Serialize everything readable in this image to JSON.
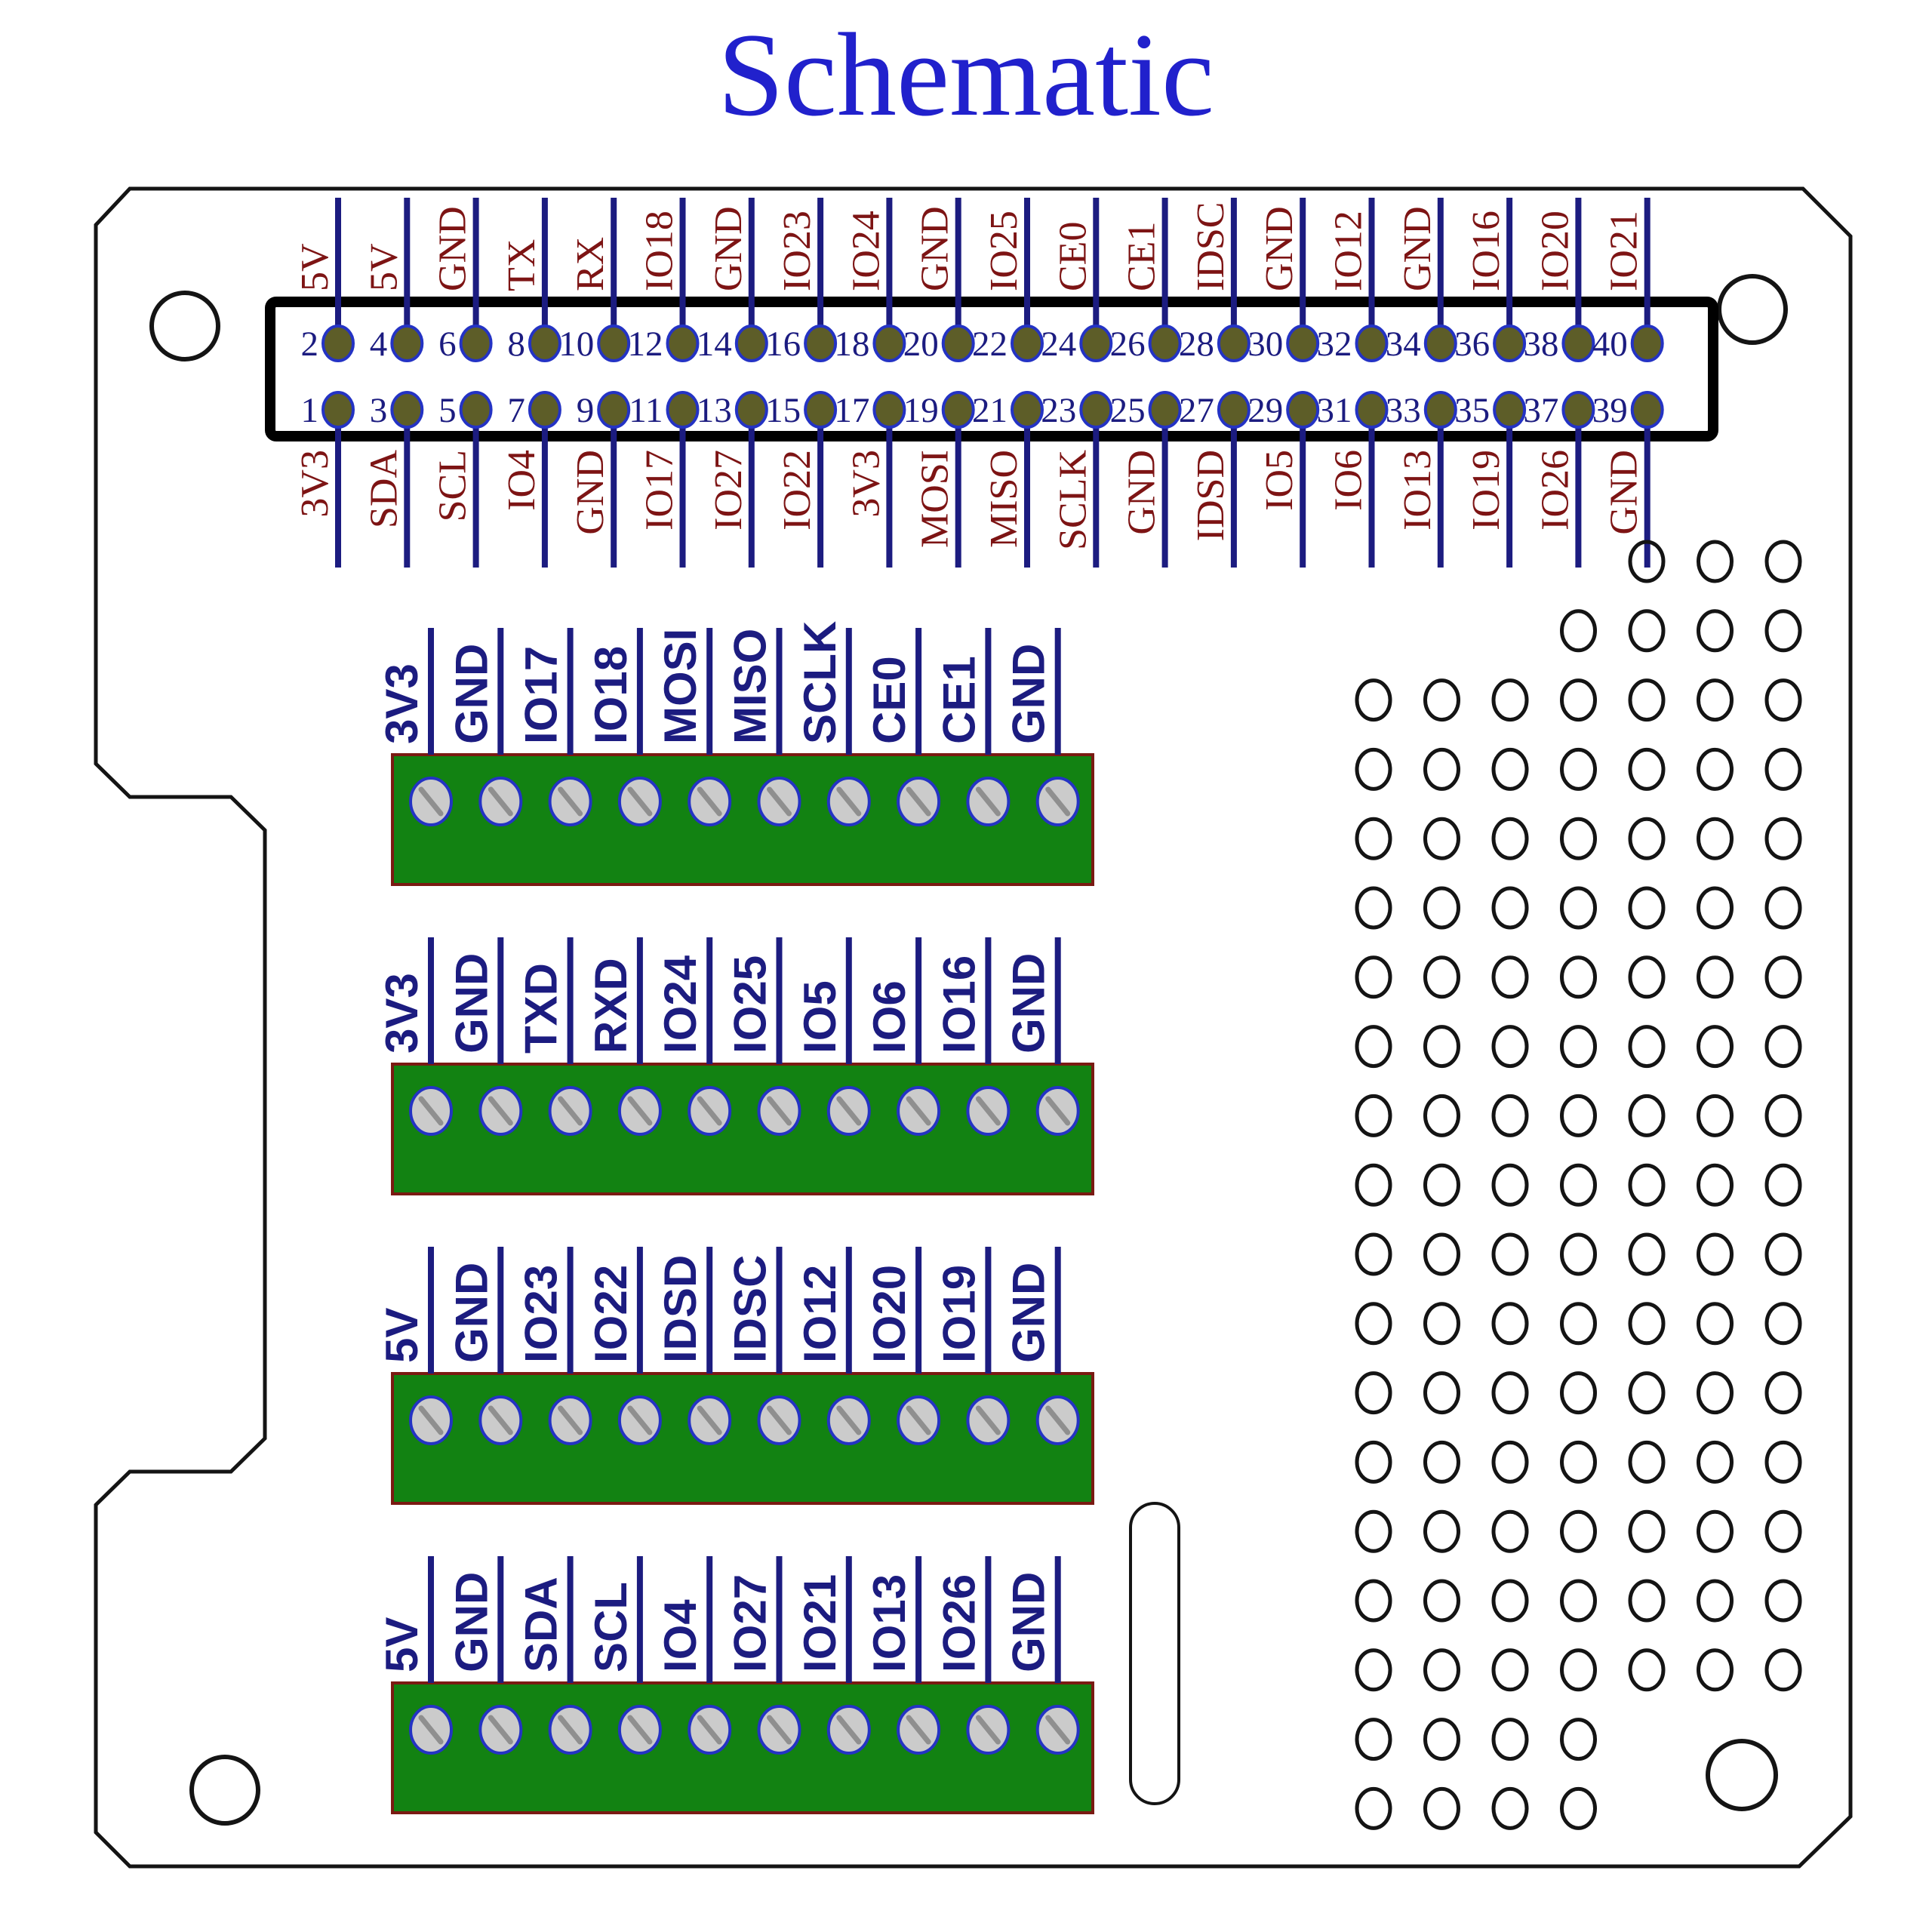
{
  "title": "Schematic",
  "colors": {
    "title_blue": "#2121cc",
    "pin_label_maroon": "#7d1414",
    "wire_navy": "#1c1c80",
    "terminal_green": "#128212",
    "terminal_border": "#7a1a12",
    "screw_fill": "#cbcbcb",
    "screw_slot": "#8f8f8f",
    "blue_ring": "#2433c4",
    "pin_pad_olive": "#5d5d28",
    "outline_black": "#141414"
  },
  "header": {
    "top_pins": [
      {
        "num": "2",
        "label": "5V"
      },
      {
        "num": "4",
        "label": "5V"
      },
      {
        "num": "6",
        "label": "GND"
      },
      {
        "num": "8",
        "label": "TX"
      },
      {
        "num": "10",
        "label": "RX"
      },
      {
        "num": "12",
        "label": "IO18"
      },
      {
        "num": "14",
        "label": "GND"
      },
      {
        "num": "16",
        "label": "IO23"
      },
      {
        "num": "18",
        "label": "IO24"
      },
      {
        "num": "20",
        "label": "GND"
      },
      {
        "num": "22",
        "label": "IO25"
      },
      {
        "num": "24",
        "label": "CE0"
      },
      {
        "num": "26",
        "label": "CE1"
      },
      {
        "num": "28",
        "label": "IDSC"
      },
      {
        "num": "30",
        "label": "GND"
      },
      {
        "num": "32",
        "label": "IO12"
      },
      {
        "num": "34",
        "label": "GND"
      },
      {
        "num": "36",
        "label": "IO16"
      },
      {
        "num": "38",
        "label": "IO20"
      },
      {
        "num": "40",
        "label": "IO21"
      }
    ],
    "bottom_pins": [
      {
        "num": "1",
        "label": "3V3"
      },
      {
        "num": "3",
        "label": "SDA"
      },
      {
        "num": "5",
        "label": "SCL"
      },
      {
        "num": "7",
        "label": "IO4"
      },
      {
        "num": "9",
        "label": "GND"
      },
      {
        "num": "11",
        "label": "IO17"
      },
      {
        "num": "13",
        "label": "IO27"
      },
      {
        "num": "15",
        "label": "IO22"
      },
      {
        "num": "17",
        "label": "3V3"
      },
      {
        "num": "19",
        "label": "MOSI"
      },
      {
        "num": "21",
        "label": "MISO"
      },
      {
        "num": "23",
        "label": "SCLK"
      },
      {
        "num": "25",
        "label": "GND"
      },
      {
        "num": "27",
        "label": "IDSD"
      },
      {
        "num": "29",
        "label": "IO5"
      },
      {
        "num": "31",
        "label": "IO6"
      },
      {
        "num": "33",
        "label": "IO13"
      },
      {
        "num": "35",
        "label": "IO19"
      },
      {
        "num": "37",
        "label": "IO26"
      },
      {
        "num": "39",
        "label": "GND"
      }
    ]
  },
  "terminal_blocks": [
    {
      "labels": [
        "3V3",
        "GND",
        "IO17",
        "IO18",
        "MOSI",
        "MISO",
        "SCLK",
        "CE0",
        "CE1",
        "GND"
      ]
    },
    {
      "labels": [
        "3V3",
        "GND",
        "TXD",
        "RXD",
        "IO24",
        "IO25",
        "IO5",
        "IO6",
        "IO16",
        "GND"
      ]
    },
    {
      "labels": [
        "5V",
        "GND",
        "IO23",
        "IO22",
        "IDSD",
        "IDSC",
        "IO12",
        "IO20",
        "IO19",
        "GND"
      ]
    },
    {
      "labels": [
        "5V",
        "GND",
        "SDA",
        "SCL",
        "IO4",
        "IO27",
        "IO21",
        "IO13",
        "IO26",
        "GND"
      ]
    }
  ],
  "proto_grid": {
    "columns": 7,
    "rows": [
      [
        4,
        5,
        6
      ],
      [
        3,
        4,
        5,
        6
      ],
      [
        0,
        1,
        2,
        3,
        4,
        5,
        6
      ],
      [
        0,
        1,
        2,
        3,
        4,
        5,
        6
      ],
      [
        0,
        1,
        2,
        3,
        4,
        5,
        6
      ],
      [
        0,
        1,
        2,
        3,
        4,
        5,
        6
      ],
      [
        0,
        1,
        2,
        3,
        4,
        5,
        6
      ],
      [
        0,
        1,
        2,
        3,
        4,
        5,
        6
      ],
      [
        0,
        1,
        2,
        3,
        4,
        5,
        6
      ],
      [
        0,
        1,
        2,
        3,
        4,
        5,
        6
      ],
      [
        0,
        1,
        2,
        3,
        4,
        5,
        6
      ],
      [
        0,
        1,
        2,
        3,
        4,
        5,
        6
      ],
      [
        0,
        1,
        2,
        3,
        4,
        5,
        6
      ],
      [
        0,
        1,
        2,
        3,
        4,
        5,
        6
      ],
      [
        0,
        1,
        2,
        3,
        4,
        5,
        6
      ],
      [
        0,
        1,
        2,
        3,
        4,
        5,
        6
      ],
      [
        0,
        1,
        2,
        3,
        4,
        5,
        6
      ],
      [
        0,
        1,
        2,
        3
      ],
      [
        0,
        1,
        2,
        3
      ]
    ]
  },
  "board": {
    "mounting_holes": 4,
    "slot_cutout": true
  }
}
